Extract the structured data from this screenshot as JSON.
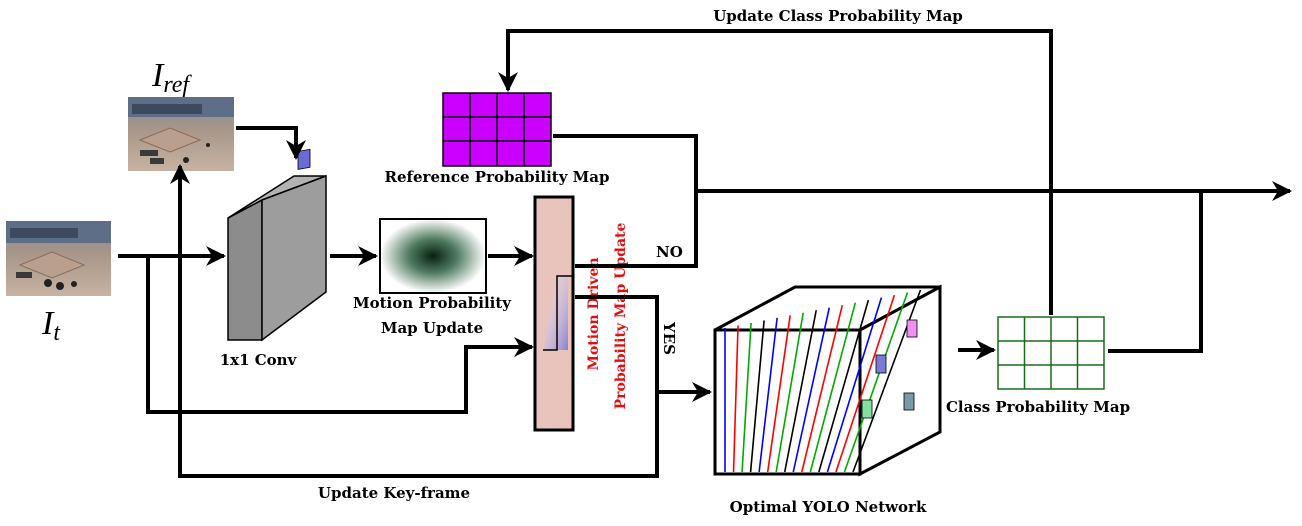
{
  "inputs": {
    "reference_symbol": "I",
    "reference_subscript": "ref",
    "current_symbol": "I",
    "current_subscript": "t"
  },
  "labels": {
    "update_class_probability_map": "Update Class Probability Map",
    "reference_probability_map": "Reference Probability Map",
    "motion_probability_line1": "Motion Probability",
    "motion_probability_line2": "Map Update",
    "conv": "1x1 Conv",
    "motion_driven_line1": "Motion Driven",
    "motion_driven_line2": "Probability Map Update",
    "no": "NO",
    "yes": "YES",
    "class_probability_map": "Class Probability Map",
    "update_key_frame": "Update Key-frame",
    "optimal_yolo": "Optimal YOLO Network"
  },
  "colors": {
    "reference_map_fill": "#cc00ff",
    "class_map_stroke": "#1a6b1a",
    "conv_block": "#9a9a9a",
    "motion_gate": "#e8c4bc",
    "motion_driven_text": "#e01010",
    "yolo_line_colors": [
      "#0000ff",
      "#ff0000",
      "#00aa00",
      "#000000"
    ]
  },
  "icons": {
    "frame_reference": "surveillance-frame-image",
    "frame_current": "surveillance-frame-image"
  }
}
